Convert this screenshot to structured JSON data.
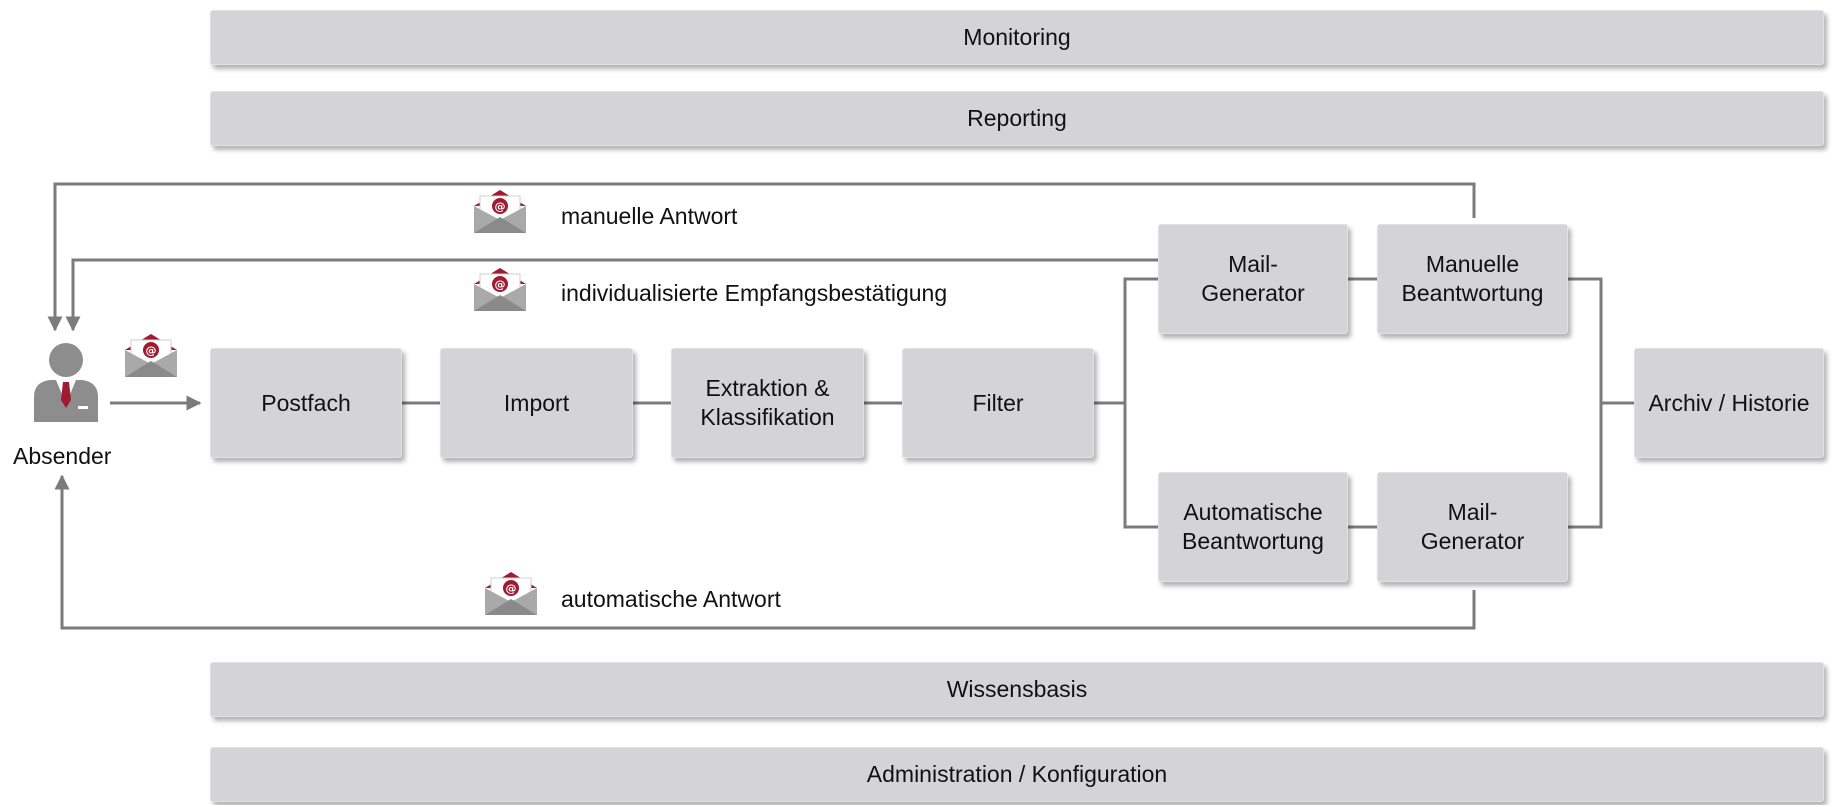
{
  "bars": {
    "monitoring": "Monitoring",
    "reporting": "Reporting",
    "wissensbasis": "Wissensbasis",
    "administration": "Administration / Konfiguration"
  },
  "boxes": {
    "postfach": "Postfach",
    "import": "Import",
    "extraktion": "Extraktion & Klassifikation",
    "filter": "Filter",
    "mail_generator_top": "Mail-Generator",
    "manuelle_beantwortung": "Manuelle Beantwortung",
    "automatische_beantwortung": "Automatische Beantwortung",
    "mail_generator_bottom": "Mail-Generator",
    "archiv": "Archiv / Historie"
  },
  "sender": {
    "label": "Absender"
  },
  "flows": {
    "manual_reply": "manuelle Antwort",
    "confirmation": "individualisierte Empfangsbestätigung",
    "auto_reply": "automatische Antwort"
  },
  "icons": {
    "envelope": "envelope-at-icon",
    "person": "person-icon"
  },
  "colors": {
    "box_fill": "#d4d4d6",
    "line": "#7b7b7b",
    "envelope_red": "#9e1b32",
    "person_gray": "#8d8d8d"
  }
}
